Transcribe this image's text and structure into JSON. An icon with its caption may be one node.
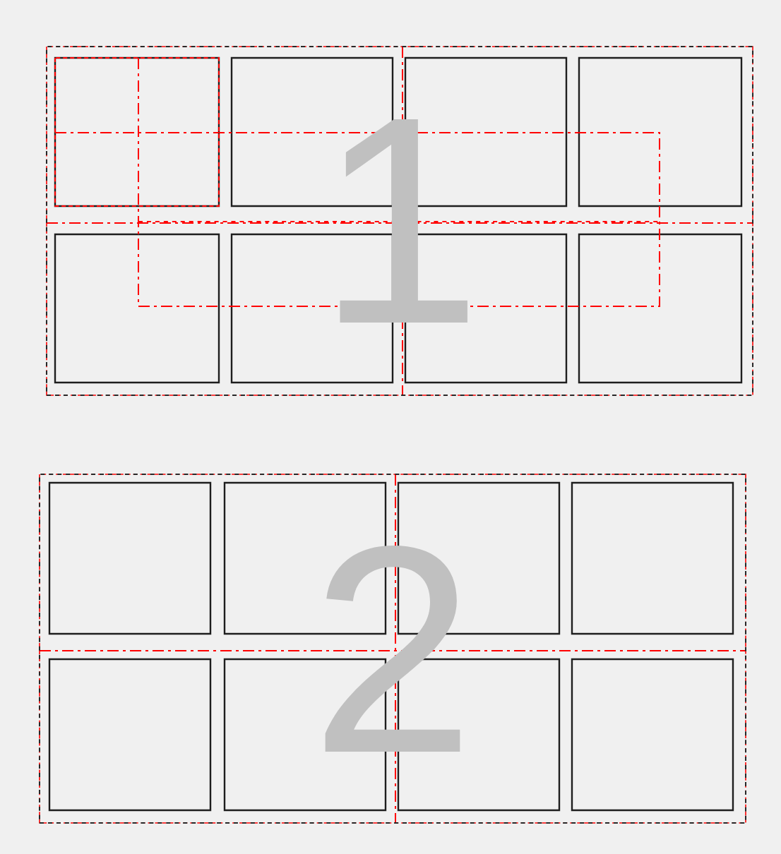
{
  "diagram": {
    "nodes": [
      {
        "text": [
          "1"
        ]
      },
      {
        "text": [],
        "shape": "box",
        "in": 0
      },
      {
        "text": [],
        "shape": "box",
        "in": 0
      },
      {
        "text": [],
        "shape": "box",
        "in": 0
      },
      {
        "text": [],
        "shape": "box",
        "in": 0
      },
      {
        "text": [],
        "shape": "box",
        "in": 0
      },
      {
        "text": [],
        "shape": "box",
        "in": 0
      },
      {
        "text": [],
        "shape": "box",
        "in": 0
      },
      {
        "text": [],
        "shape": "box",
        "in": 0
      },
      {
        "text": [
          "2"
        ]
      },
      {
        "text": [],
        "shape": "box",
        "in": 9
      },
      {
        "text": [],
        "shape": "box",
        "in": 9
      },
      {
        "text": [],
        "shape": "box",
        "in": 9
      },
      {
        "text": [],
        "shape": "box",
        "in": 9
      },
      {
        "text": [],
        "shape": "box",
        "in": 9
      },
      {
        "text": [],
        "shape": "box",
        "in": 9
      },
      {
        "text": [],
        "shape": "box",
        "in": 9
      },
      {
        "text": [],
        "shape": "box",
        "in": 9
      }
    ]
  }
}
